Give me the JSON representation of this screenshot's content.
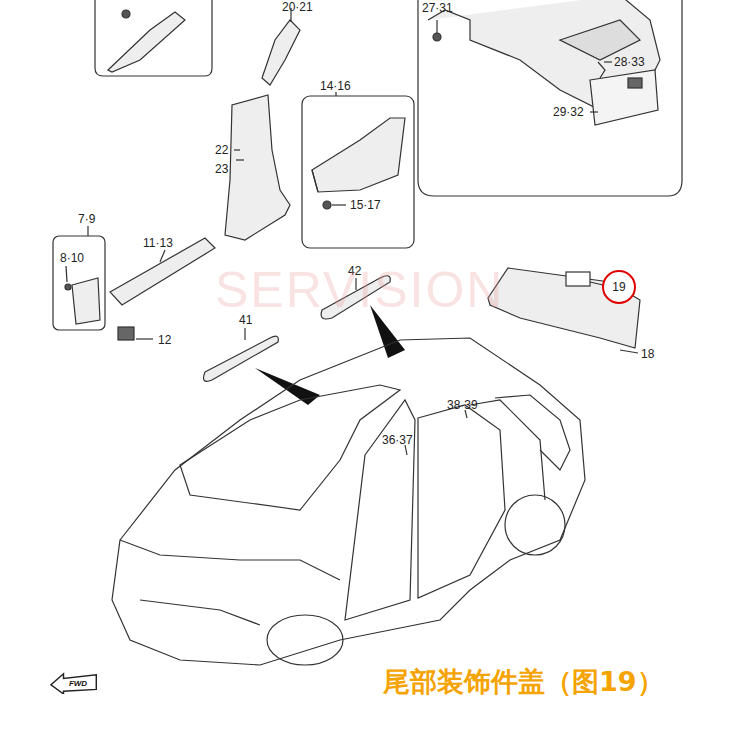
{
  "diagram": {
    "caption": "尾部装饰件盖（图19）",
    "nodes": [
      {
        "text": [
          "19"
        ]
      },
      {
        "text": [
          "FWD"
        ]
      }
    ],
    "labels": [
      "20·21",
      "27·31",
      "28·33",
      "29·32",
      "14·16",
      "22",
      "23",
      "15·17",
      "7·9",
      "11·13",
      "8·10",
      "12",
      "42",
      "41",
      "18",
      "38·39",
      "36·37",
      "SERVISION"
    ]
  }
}
